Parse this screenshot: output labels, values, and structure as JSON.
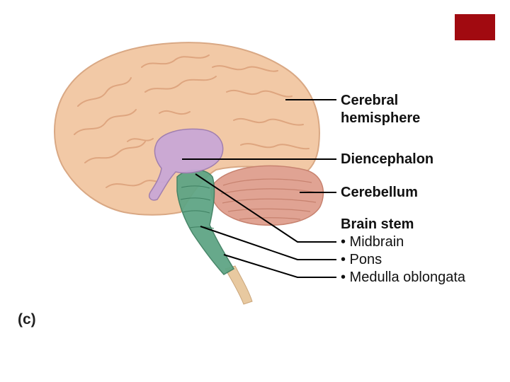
{
  "colors": {
    "accent_block": "#a10a10",
    "cerebrum": "#f2c9a6",
    "diencephalon": "#c9a8d6",
    "cerebellum": "#e0a393",
    "brain_stem": "#5fa585",
    "spinal_cord": "#e8c9a0"
  },
  "labels": {
    "cerebral_line1": "Cerebral",
    "cerebral_line2": "hemisphere",
    "diencephalon": "Diencephalon",
    "cerebellum": "Cerebellum",
    "brain_stem_title": "Brain stem",
    "midbrain": "• Midbrain",
    "pons": "• Pons",
    "medulla": "• Medulla oblongata"
  },
  "panel_letter": "(c)"
}
